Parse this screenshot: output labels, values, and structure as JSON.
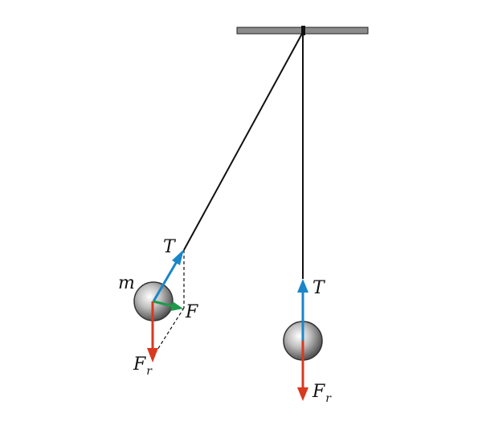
{
  "labels": {
    "mass": "m",
    "tension_left": "T",
    "tension_right": "T",
    "resultant": "F",
    "gravity_left": "F",
    "gravity_left_sub": "r",
    "gravity_right": "F",
    "gravity_right_sub": "r"
  },
  "colors": {
    "tension": "#1a86c8",
    "gravity": "#d9391f",
    "resultant": "#1e9a4a",
    "string": "#111111",
    "ceiling": "#8c8c8c"
  }
}
